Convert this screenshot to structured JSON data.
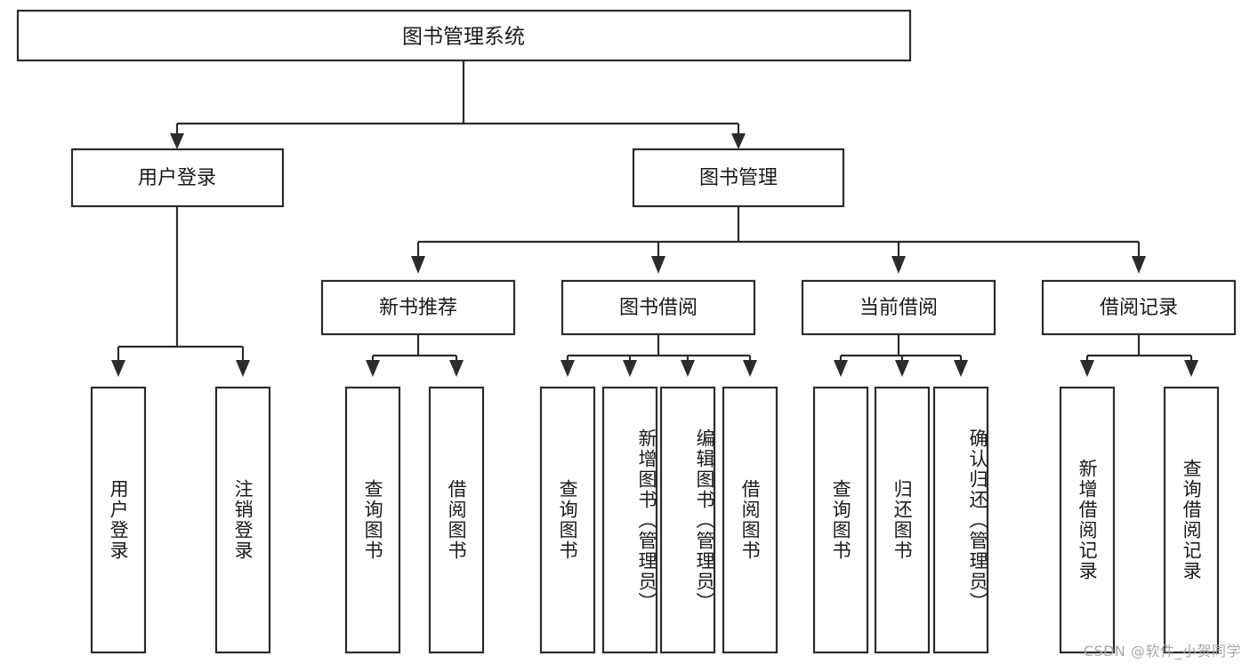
{
  "diagram": {
    "title": "图书管理系统",
    "type": "tree",
    "watermark": "CSDN @软件_小贺同学",
    "colors": {
      "box_stroke": "#2b2b2b",
      "box_fill": "#ffffff",
      "text": "#1a1a1a",
      "background": "#ffffff",
      "watermark": "#a8a8a8"
    },
    "root": {
      "label": "图书管理系统"
    },
    "level2": [
      {
        "label": "用户登录"
      },
      {
        "label": "图书管理"
      }
    ],
    "level3": [
      {
        "label": "新书推荐"
      },
      {
        "label": "图书借阅"
      },
      {
        "label": "当前借阅"
      },
      {
        "label": "借阅记录"
      }
    ],
    "leaves": {
      "user_login": [
        {
          "label": "用户登录"
        },
        {
          "label": "注销登录"
        }
      ],
      "new_book": [
        {
          "label": "查询图书"
        },
        {
          "label": "借阅图书"
        }
      ],
      "book_borrow": [
        {
          "label": "查询图书"
        },
        {
          "label": "新增图书（管理员）"
        },
        {
          "label": "编辑图书（管理员）"
        },
        {
          "label": "借阅图书"
        }
      ],
      "current_borrow": [
        {
          "label": "查询图书"
        },
        {
          "label": "归还图书"
        },
        {
          "label": "确认归还（管理员）"
        }
      ],
      "borrow_record": [
        {
          "label": "新增借阅记录"
        },
        {
          "label": "查询借阅记录"
        }
      ]
    }
  }
}
